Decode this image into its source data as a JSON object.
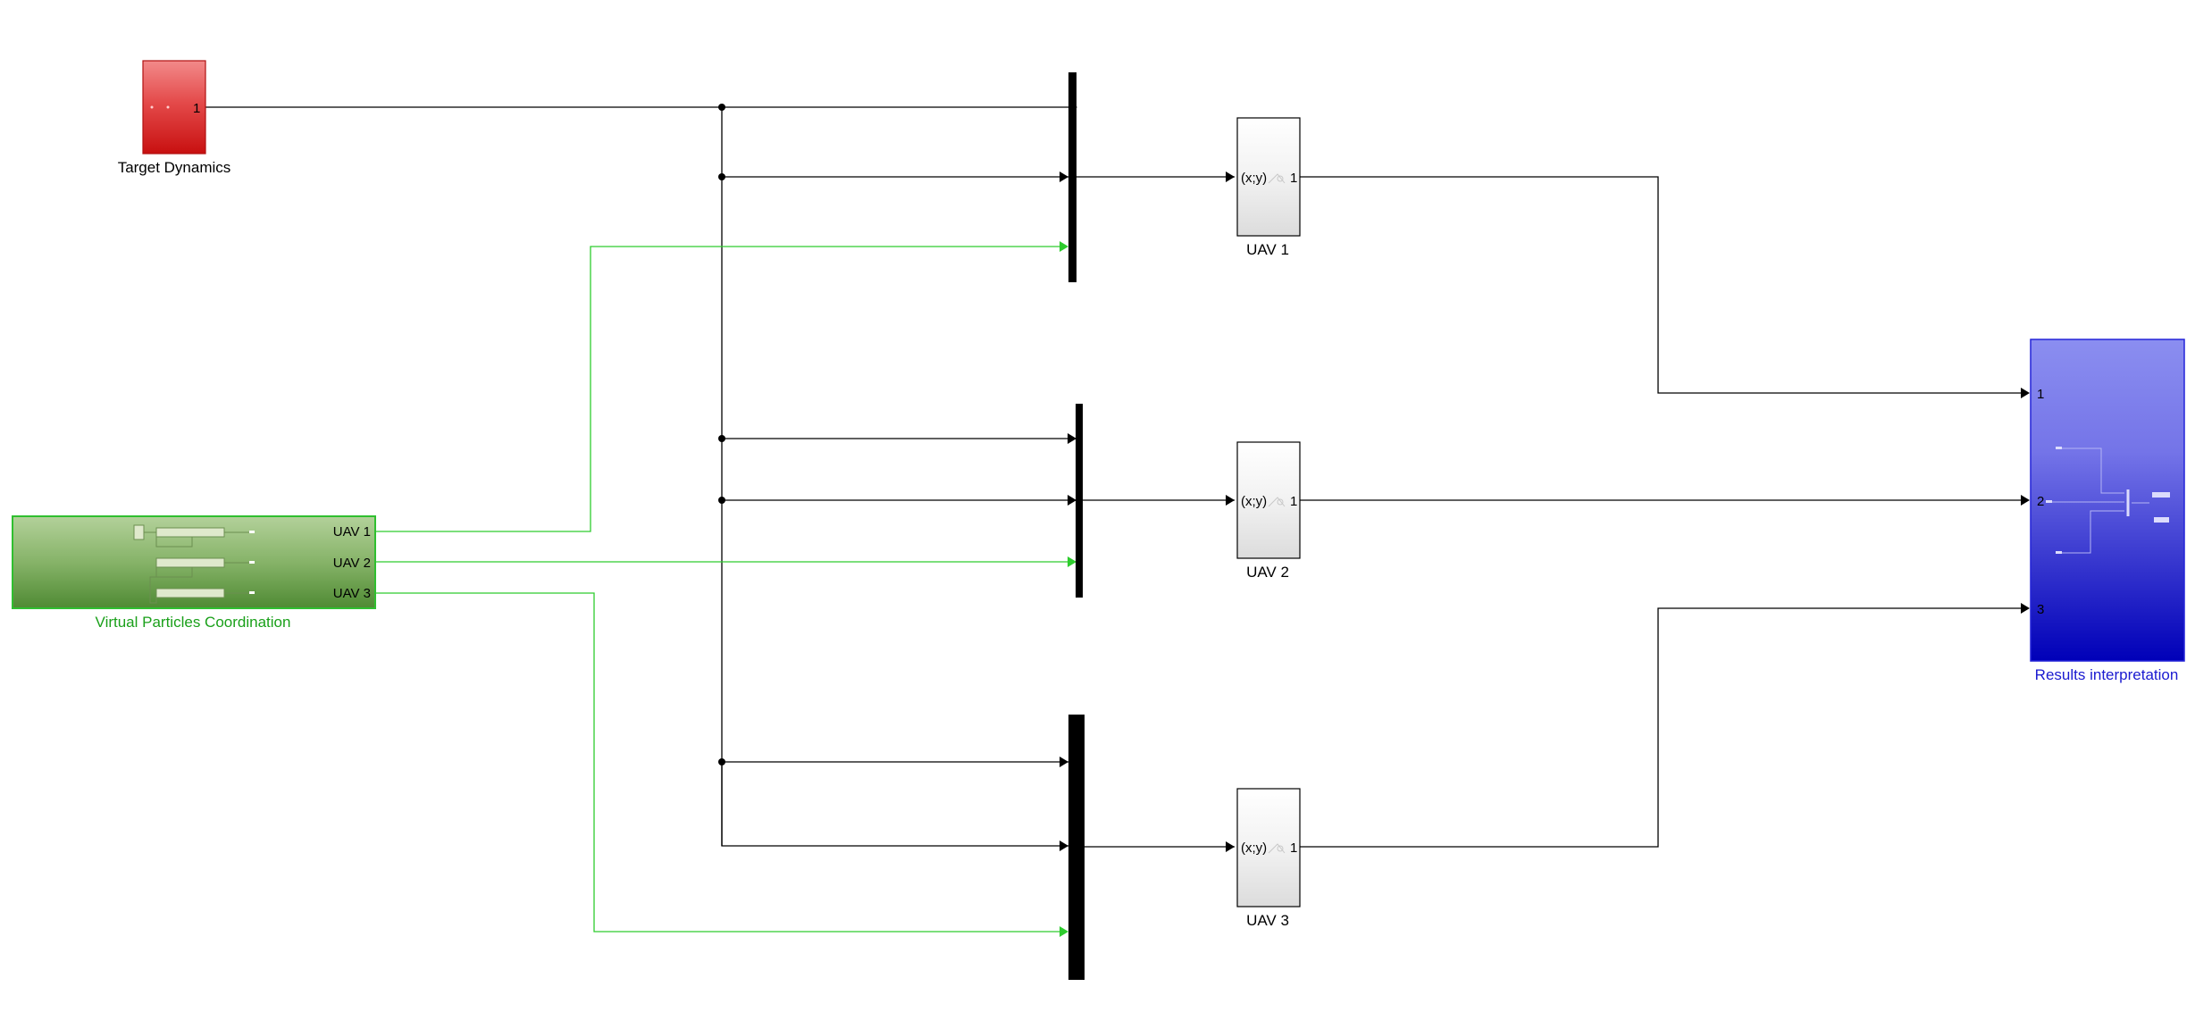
{
  "blocks": {
    "target_dynamics": {
      "name": "Target Dynamics",
      "out_ports": [
        "1"
      ]
    },
    "virtual_particles": {
      "name": "Virtual Particles Coordination",
      "out_ports": [
        "UAV 1",
        "UAV 2",
        "UAV 3"
      ]
    },
    "uav1": {
      "name": "UAV 1",
      "in_port": "(x;y)",
      "out_port": "1"
    },
    "uav2": {
      "name": "UAV 2",
      "in_port": "(x;y)",
      "out_port": "1"
    },
    "uav3": {
      "name": "UAV 3",
      "in_port": "(x;y)",
      "out_port": "1"
    },
    "results": {
      "name": "Results interpretation",
      "in_ports": [
        "1",
        "2",
        "3"
      ]
    }
  },
  "colors": {
    "target_fill": "#d8222a",
    "virtual_fill": "#6fa650",
    "virtual_border": "#2fbf2f",
    "virtual_name": "#1aa01a",
    "green_signal": "#2ecc2e",
    "results_fill": "#5050e0",
    "results_name": "#1a1ad0",
    "black_signal": "#000000"
  }
}
